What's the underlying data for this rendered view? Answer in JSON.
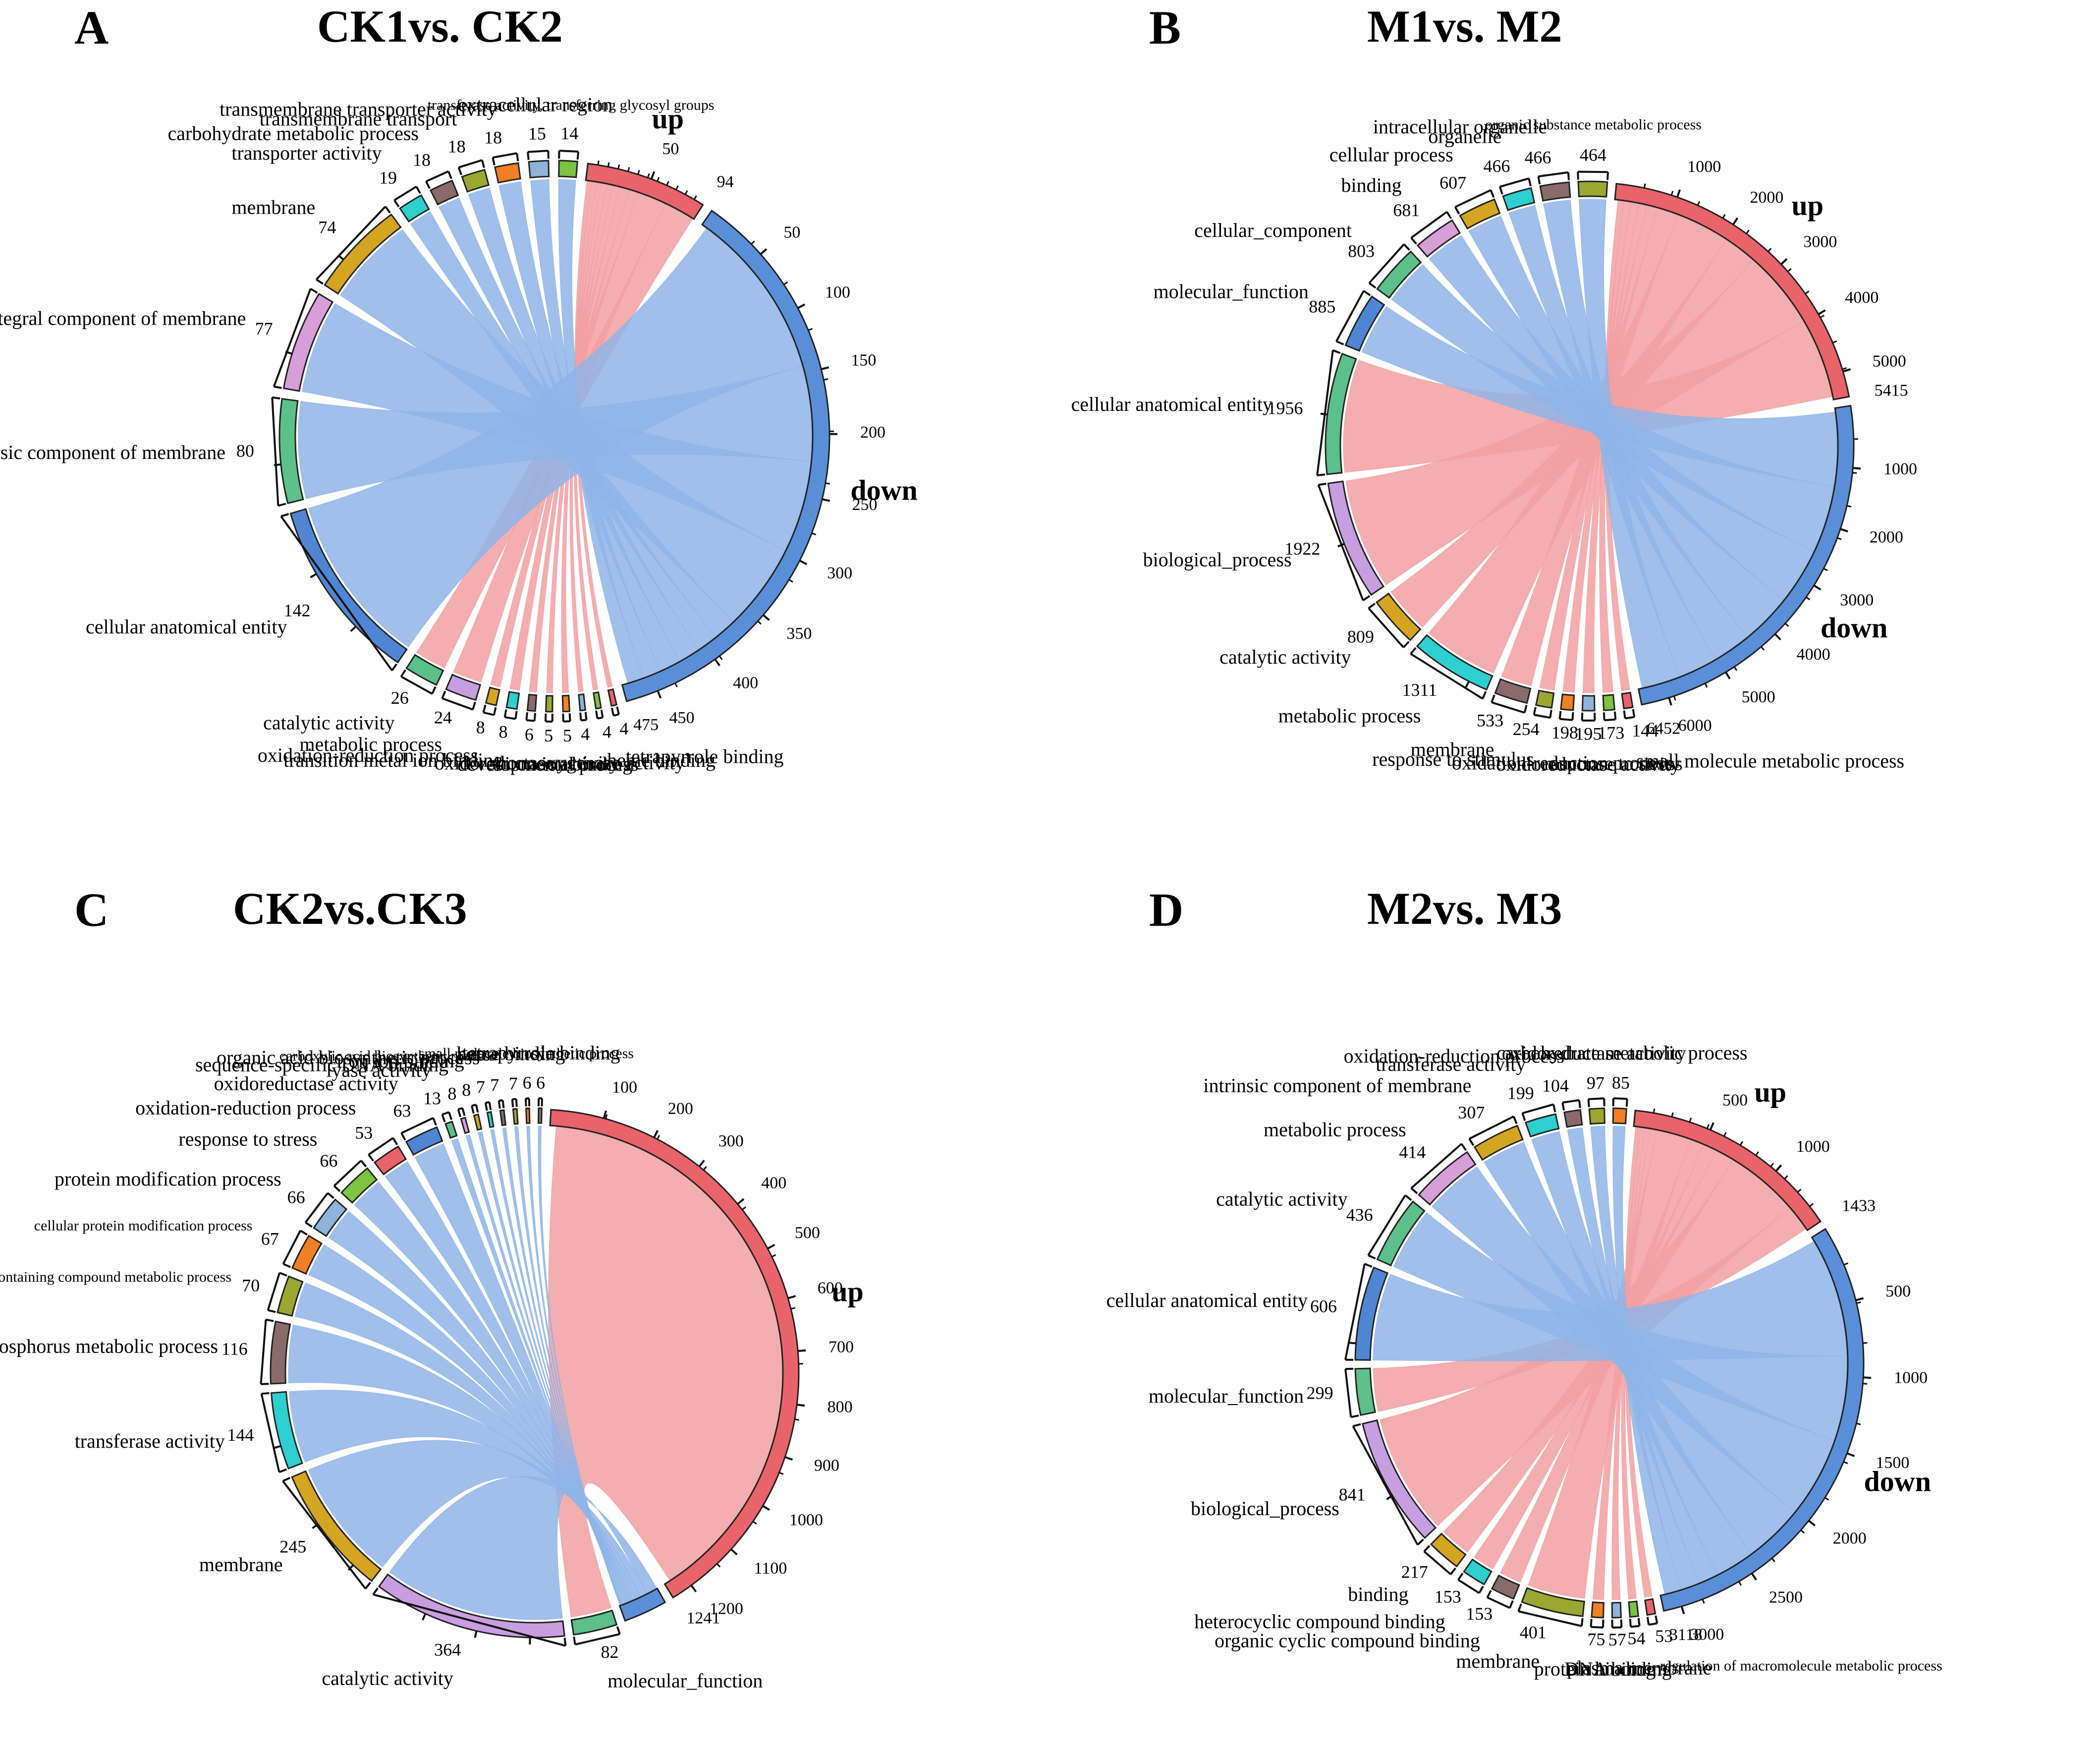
{
  "figure": {
    "background": "#ffffff",
    "up_color": "#e8646a",
    "down_color": "#5a8fd8",
    "ribbon_up_color": "#f2a0a2",
    "ribbon_down_color": "#8fb5e8"
  },
  "panels": [
    {
      "letter": "A",
      "title": "CK1vs. CK2",
      "up_label": "up",
      "down_label": "down",
      "up_total": 94,
      "down_total": 475,
      "up_ticks": [
        "50"
      ],
      "down_ticks": [
        "50",
        "100",
        "150",
        "200",
        "250",
        "300",
        "350",
        "400",
        "450"
      ],
      "up_total_label": "94",
      "down_total_label": "475",
      "categories": [
        {
          "label": "transferase activity, transferring glycosyl groups",
          "value": "14",
          "color": "#7dc242",
          "side": "up"
        },
        {
          "label": "extracellular region",
          "value": "15",
          "color": "#8fb3d9",
          "side": "up"
        },
        {
          "label": "transmembrane transporter activity",
          "value": "18",
          "color": "#f08023",
          "side": "up"
        },
        {
          "label": "transmembrane transport",
          "value": "18",
          "color": "#9aa832",
          "side": "up"
        },
        {
          "label": "carbohydrate metabolic process",
          "value": "18",
          "color": "#8a6a6a",
          "side": "up"
        },
        {
          "label": "transporter activity",
          "value": "19",
          "color": "#2ecfcf",
          "side": "up"
        },
        {
          "label": "membrane",
          "value": "74",
          "color": "#d4a521",
          "side": "up",
          "inner_tick": "50"
        },
        {
          "label": "integral component of membrane",
          "value": "77",
          "color": "#d79fd8",
          "side": "up",
          "inner_tick": "50"
        },
        {
          "label": "intrinsic component of membrane",
          "value": "80",
          "color": "#5cc08a",
          "side": "up",
          "inner_tick": "50"
        },
        {
          "label": "cellular anatomical entity",
          "value": "142",
          "color": "#4f86d4",
          "side": "up",
          "inner_tick": "100",
          "inner_tick2": "50"
        },
        {
          "label": "tetrapyrrole binding",
          "value": "4",
          "color": "#e8646a",
          "side": "down"
        },
        {
          "label": "heme binding",
          "value": "4",
          "color": "#7dc242",
          "side": "down"
        },
        {
          "label": "monooxygenase activity",
          "value": "4",
          "color": "#8fb3d9",
          "side": "down"
        },
        {
          "label": "iron ion binding",
          "value": "5",
          "color": "#f08023",
          "side": "down"
        },
        {
          "label": "developmental process",
          "value": "5",
          "color": "#9aa832",
          "side": "down"
        },
        {
          "label": "oxidoreductase activity",
          "value": "6",
          "color": "#8a6a6a",
          "side": "down"
        },
        {
          "label": "transition metal ion binding",
          "value": "8",
          "color": "#2ecfcf",
          "side": "down"
        },
        {
          "label": "oxidation-reduction process",
          "value": "8",
          "color": "#d4a521",
          "side": "down"
        },
        {
          "label": "metabolic process",
          "value": "24",
          "color": "#c79fe0",
          "side": "down"
        },
        {
          "label": "catalytic activity",
          "value": "26",
          "color": "#5cc08a",
          "side": "down"
        }
      ]
    },
    {
      "letter": "B",
      "title": "M1vs. M2",
      "up_label": "up",
      "down_label": "down",
      "up_total": 5415,
      "down_total": 6452,
      "up_ticks": [
        "1000",
        "2000",
        "3000",
        "4000",
        "5000"
      ],
      "down_ticks": [
        "1000",
        "2000",
        "3000",
        "4000",
        "5000",
        "6000"
      ],
      "up_total_label": "5415",
      "down_total_label": "6452",
      "categories": [
        {
          "label": "organic substance metabolic process",
          "value": "464",
          "color": "#9aa832",
          "side": "up"
        },
        {
          "label": "intracellular organelle",
          "value": "466",
          "color": "#8a6a6a",
          "side": "up"
        },
        {
          "label": "organelle",
          "value": "466",
          "color": "#2ecfcf",
          "side": "up"
        },
        {
          "label": "cellular process",
          "value": "607",
          "color": "#d4a521",
          "side": "up"
        },
        {
          "label": "binding",
          "value": "681",
          "color": "#d79fd8",
          "side": "up"
        },
        {
          "label": "cellular_component",
          "value": "803",
          "color": "#5cc08a",
          "side": "up"
        },
        {
          "label": "molecular_function",
          "value": "885",
          "color": "#4f86d4",
          "side": "up"
        },
        {
          "label": "small molecule metabolic process",
          "value": "144",
          "color": "#e8646a",
          "side": "down"
        },
        {
          "label": "response to stress",
          "value": "173",
          "color": "#7dc242",
          "side": "down"
        },
        {
          "label": "oxidoreductase activity",
          "value": "195",
          "color": "#8fb3d9",
          "side": "down"
        },
        {
          "label": "oxidation-reduction process",
          "value": "198",
          "color": "#f08023",
          "side": "down"
        },
        {
          "label": "response to stimulus",
          "value": "254",
          "color": "#9aa832",
          "side": "down"
        },
        {
          "label": "membrane",
          "value": "533",
          "color": "#8a6a6a",
          "side": "down"
        },
        {
          "label": "metabolic process",
          "value": "1311",
          "color": "#2ecfcf",
          "side": "down",
          "inner_tick": "1000"
        },
        {
          "label": "catalytic activity",
          "value": "809",
          "color": "#d4a521",
          "side": "down"
        },
        {
          "label": "biological_process",
          "value": "1922",
          "color": "#c79fe0",
          "side": "down",
          "inner_tick": "1000"
        },
        {
          "label": "cellular anatomical entity",
          "value": "1956",
          "color": "#5cc08a",
          "side": "down",
          "inner_tick": "1000"
        }
      ]
    },
    {
      "letter": "C",
      "title": "CK2vs.CK3",
      "up_label": "up",
      "down_label": "down",
      "up_total": 1241,
      "down_total": 82,
      "up_ticks": [
        "100",
        "200",
        "300",
        "400",
        "500",
        "600",
        "700",
        "800",
        "900",
        "1000",
        "1100",
        "1200"
      ],
      "down_ticks": [],
      "up_total_label": "1241",
      "down_total_label": "82",
      "categories": [
        {
          "label": "tetrapyrrole binding",
          "value": "6",
          "color": "#7a7a7a",
          "side": "up"
        },
        {
          "label": "small molecule biosynthetic process",
          "value": "6",
          "color": "#f08023",
          "side": "up"
        },
        {
          "label": "heme binding",
          "value": "7",
          "color": "#9aa832",
          "side": "up"
        },
        {
          "label": "carboxylic acid biosynthetic process",
          "value": "7",
          "color": "#8a6a6a",
          "side": "up"
        },
        {
          "label": "organic acid biosynthetic process",
          "value": "7",
          "color": "#2ecfcf",
          "side": "up"
        },
        {
          "label": "iron ion binding",
          "value": "8",
          "color": "#d4a521",
          "side": "up"
        },
        {
          "label": "sequence-specific DNA binding",
          "value": "8",
          "color": "#d79fd8",
          "side": "up"
        },
        {
          "label": "lyase activity",
          "value": "13",
          "color": "#5cc08a",
          "side": "up"
        },
        {
          "label": "oxidoreductase activity",
          "value": "63",
          "color": "#4f86d4",
          "side": "up"
        },
        {
          "label": "oxidation-reduction process",
          "value": "53",
          "color": "#e8646a",
          "side": "up"
        },
        {
          "label": "response to stress",
          "value": "66",
          "color": "#7dc242",
          "side": "up"
        },
        {
          "label": "protein modification process",
          "value": "66",
          "color": "#8fb3d9",
          "side": "up"
        },
        {
          "label": "cellular protein modification process",
          "value": "67",
          "color": "#f08023",
          "side": "up"
        },
        {
          "label": "phosphate-containing compound metabolic process",
          "value": "70",
          "color": "#9aa832",
          "side": "up"
        },
        {
          "label": "phosphorus metabolic process",
          "value": "116",
          "color": "#8a6a6a",
          "side": "up"
        },
        {
          "label": "transferase activity",
          "value": "144",
          "color": "#2ecfcf",
          "side": "up",
          "inner_tick": "100"
        },
        {
          "label": "membrane",
          "value": "245",
          "color": "#d4a521",
          "side": "up",
          "inner_tick": "200",
          "inner_tick2": "100"
        },
        {
          "label": "catalytic activity",
          "value": "364",
          "color": "#c79fe0",
          "side": "up",
          "inner_tick": "300",
          "inner_tick2": "200",
          "inner_tick3": "100"
        },
        {
          "label": "molecular_function",
          "value": "82",
          "color": "#5cc08a",
          "side": "down"
        }
      ]
    },
    {
      "letter": "D",
      "title": "M2vs. M3",
      "up_label": "up",
      "down_label": "down",
      "up_total": 1433,
      "down_total": 3118,
      "up_ticks": [
        "500",
        "1000"
      ],
      "down_ticks": [
        "500",
        "1000",
        "1500",
        "2000",
        "2500",
        "3000"
      ],
      "up_total_label": "1433",
      "down_total_label": "3118",
      "categories": [
        {
          "label": "carbohydrate metabolic process",
          "value": "85",
          "color": "#f08023",
          "side": "up"
        },
        {
          "label": "oxidoreductase activity",
          "value": "97",
          "color": "#9aa832",
          "side": "up"
        },
        {
          "label": "oxidation-reduction process",
          "value": "104",
          "color": "#8a6a6a",
          "side": "up"
        },
        {
          "label": "transferase activity",
          "value": "199",
          "color": "#2ecfcf",
          "side": "up"
        },
        {
          "label": "intrinsic component of membrane",
          "value": "307",
          "color": "#d4a521",
          "side": "up"
        },
        {
          "label": "metabolic process",
          "value": "414",
          "color": "#d79fd8",
          "side": "up"
        },
        {
          "label": "catalytic activity",
          "value": "436",
          "color": "#5cc08a",
          "side": "up"
        },
        {
          "label": "cellular anatomical entity",
          "value": "606",
          "color": "#4f86d4",
          "side": "up",
          "inner_tick": "500"
        },
        {
          "label": "regulation of macromolecule metabolic process",
          "value": "53",
          "color": "#e8646a",
          "side": "down"
        },
        {
          "label": "plasma membrane",
          "value": "54",
          "color": "#7dc242",
          "side": "down"
        },
        {
          "label": "DNA binding",
          "value": "57",
          "color": "#8fb3d9",
          "side": "down"
        },
        {
          "label": "protein binding",
          "value": "75",
          "color": "#f08023",
          "side": "down"
        },
        {
          "label": "membrane",
          "value": "401",
          "color": "#9aa832",
          "side": "down"
        },
        {
          "label": "organic cyclic compound binding",
          "value": "153",
          "color": "#8a6a6a",
          "side": "down"
        },
        {
          "label": "heterocyclic compound binding",
          "value": "153",
          "color": "#2ecfcf",
          "side": "down"
        },
        {
          "label": "binding",
          "value": "217",
          "color": "#d4a521",
          "side": "down"
        },
        {
          "label": "biological_process",
          "value": "841",
          "color": "#c79fe0",
          "side": "down",
          "inner_tick": "500"
        },
        {
          "label": "molecular_function",
          "value": "299",
          "color": "#5cc08a",
          "side": "down"
        }
      ]
    }
  ],
  "chart_data": {
    "type": "pie",
    "title": "GO enrichment chord (circos) diagrams of differentially expressed genes",
    "description": "Four chord diagrams, each pairing up-regulated (red) and down-regulated (blue) gene sets against GO term segments around the circle.",
    "panels": [
      {
        "id": "A",
        "title": "CK1vs. CK2",
        "arcs": [
          {
            "name": "up",
            "value": 94
          },
          {
            "name": "down",
            "value": 475
          }
        ],
        "categories": [
          "transferase activity, transferring glycosyl groups",
          "extracellular region",
          "transmembrane transporter activity",
          "transmembrane transport",
          "carbohydrate metabolic process",
          "transporter activity",
          "membrane",
          "integral component of membrane",
          "intrinsic component of membrane",
          "cellular anatomical entity",
          "tetrapyrrole binding",
          "heme binding",
          "monooxygenase activity",
          "iron ion binding",
          "developmental process",
          "oxidoreductase activity",
          "transition metal ion binding",
          "oxidation-reduction process",
          "metabolic process",
          "catalytic activity"
        ],
        "values": [
          14,
          15,
          18,
          18,
          18,
          19,
          74,
          77,
          80,
          142,
          4,
          4,
          4,
          5,
          5,
          6,
          8,
          8,
          24,
          26
        ],
        "axis_max_up": 94,
        "axis_max_down": 475
      },
      {
        "id": "B",
        "title": "M1vs. M2",
        "arcs": [
          {
            "name": "up",
            "value": 5415
          },
          {
            "name": "down",
            "value": 6452
          }
        ],
        "categories": [
          "organic substance metabolic process",
          "intracellular organelle",
          "organelle",
          "cellular process",
          "binding",
          "cellular_component",
          "molecular_function",
          "small molecule metabolic process",
          "response to stress",
          "oxidoreductase activity",
          "oxidation-reduction process",
          "response to stimulus",
          "membrane",
          "metabolic process",
          "catalytic activity",
          "biological_process",
          "cellular anatomical entity"
        ],
        "values": [
          464,
          466,
          466,
          607,
          681,
          803,
          885,
          144,
          173,
          195,
          198,
          254,
          533,
          1311,
          809,
          1922,
          1956
        ],
        "axis_max_up": 5415,
        "axis_max_down": 6452
      },
      {
        "id": "C",
        "title": "CK2vs.CK3",
        "arcs": [
          {
            "name": "up",
            "value": 1241
          },
          {
            "name": "down",
            "value": 82
          }
        ],
        "categories": [
          "tetrapyrrole binding",
          "small molecule biosynthetic process",
          "heme binding",
          "carboxylic acid biosynthetic process",
          "organic acid biosynthetic process",
          "iron ion binding",
          "sequence-specific DNA binding",
          "lyase activity",
          "oxidoreductase activity",
          "oxidation-reduction process",
          "response to stress",
          "protein modification process",
          "cellular protein modification process",
          "phosphate-containing compound metabolic process",
          "phosphorus metabolic process",
          "transferase activity",
          "membrane",
          "catalytic activity",
          "molecular_function"
        ],
        "values": [
          6,
          6,
          7,
          7,
          7,
          8,
          8,
          13,
          63,
          53,
          66,
          66,
          67,
          70,
          116,
          144,
          245,
          364,
          82
        ],
        "axis_max_up": 1241,
        "axis_max_down": 82
      },
      {
        "id": "D",
        "title": "M2vs. M3",
        "arcs": [
          {
            "name": "up",
            "value": 1433
          },
          {
            "name": "down",
            "value": 3118
          }
        ],
        "categories": [
          "carbohydrate metabolic process",
          "oxidoreductase activity",
          "oxidation-reduction process",
          "transferase activity",
          "intrinsic component of membrane",
          "metabolic process",
          "catalytic activity",
          "cellular anatomical entity",
          "regulation of macromolecule metabolic process",
          "plasma membrane",
          "DNA binding",
          "protein binding",
          "membrane",
          "organic cyclic compound binding",
          "heterocyclic compound binding",
          "binding",
          "biological_process",
          "molecular_function"
        ],
        "values": [
          85,
          97,
          104,
          199,
          307,
          414,
          436,
          606,
          53,
          54,
          57,
          75,
          401,
          153,
          153,
          217,
          841,
          299
        ],
        "axis_max_up": 1433,
        "axis_max_down": 3118
      }
    ]
  }
}
